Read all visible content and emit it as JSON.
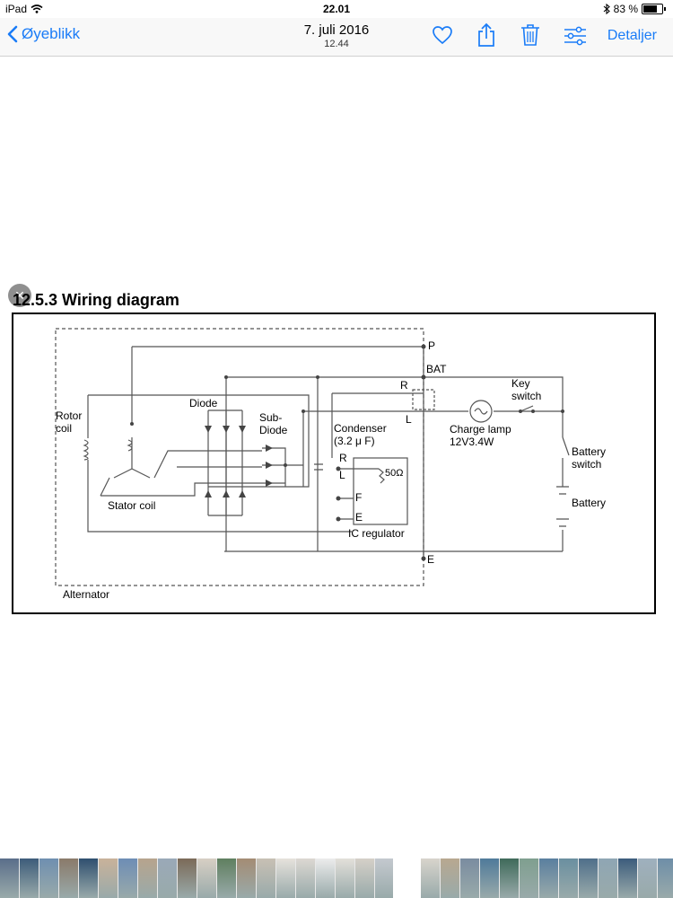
{
  "status": {
    "device": "iPad",
    "time": "22.01",
    "battery_percent": "83 %",
    "battery_level": 0.83
  },
  "nav": {
    "back_label": "Øyeblikk",
    "date": "7. juli 2016",
    "time": "12.44",
    "details_label": "Detaljer"
  },
  "document": {
    "heading": "12.5.3 Wiring diagram",
    "labels": {
      "p": "P",
      "bat": "BAT",
      "r_top": "R",
      "l_top": "L",
      "key_switch": "Key\nswitch",
      "rotor_coil": "Rotor\ncoil",
      "diode": "Diode",
      "sub_diode": "Sub-\nDiode",
      "condenser": "Condenser\n(3.2 μ F)",
      "charge_lamp": "Charge lamp\n12V3.4W",
      "battery_switch": "Battery\nswitch",
      "r_reg": "R",
      "l_reg": "L",
      "ohm": "50Ω",
      "f": "F",
      "e_reg": "E",
      "battery": "Battery",
      "stator_coil": "Stator coil",
      "ic_regulator": "IC regulator",
      "e_bottom": "E",
      "alternator": "Alternator"
    }
  },
  "thumbnails": [
    "#5a6e8a",
    "#3d5c7a",
    "#6f8fb0",
    "#8a7a6a",
    "#2f4f6f",
    "#c9b29a",
    "#6d8db5",
    "#b7a48d",
    "#9aa9b8",
    "#7b6a58",
    "#d7cfc4",
    "#5f7f5f",
    "#a48c74",
    "#c8c0b4",
    "#e6e2dc",
    "#dcd8d2",
    "#ececec",
    "#e3e0da",
    "#d5d0c8",
    "#c4c9cf",
    "#ffffff",
    "#d8d4cc",
    "#b8a890",
    "#7a8ca0",
    "#4f7a9a",
    "#3f6a5a",
    "#7f9f8f",
    "#5a7f9f",
    "#6a8fa0",
    "#4f6f8a",
    "#8fa6b4",
    "#3c5c7c",
    "#9fb0be",
    "#6e8ea8",
    "#a0b8c8",
    "#5c7a94",
    "#7a5a4a",
    "#8a6a5a",
    "#5a7a5a",
    "#b8c4cc",
    "#6c7c8c",
    "#8c9cac",
    "#9a7a6a",
    "#6a5040",
    "#7c6a5a"
  ],
  "thumbnails_selected_index": 20
}
